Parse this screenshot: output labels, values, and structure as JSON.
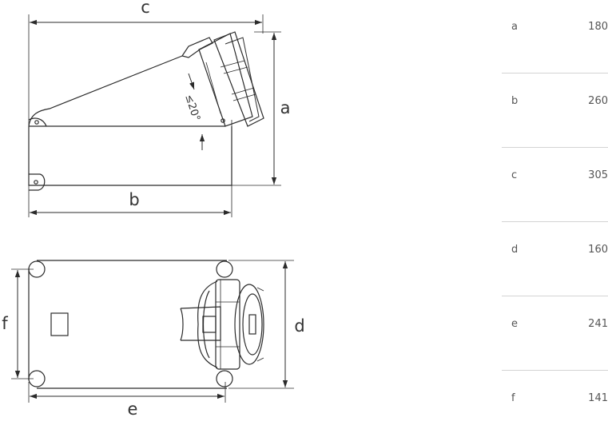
{
  "drawing": {
    "labels": {
      "a": "a",
      "b": "b",
      "c": "c",
      "d": "d",
      "e": "e",
      "f": "f"
    },
    "angle": "≤20°"
  },
  "table": {
    "rows": [
      {
        "label": "a",
        "value": "180"
      },
      {
        "label": "b",
        "value": "260"
      },
      {
        "label": "c",
        "value": "305"
      },
      {
        "label": "d",
        "value": "160"
      },
      {
        "label": "e",
        "value": "241"
      },
      {
        "label": "f",
        "value": "141"
      }
    ]
  }
}
